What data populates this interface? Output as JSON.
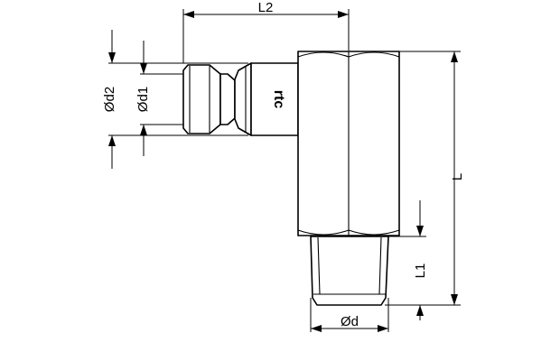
{
  "dimensions": {
    "L2": "L2",
    "d2": "Ød2",
    "d1": "Ød1",
    "L": "L",
    "L1": "L1",
    "d": "Ød"
  },
  "logo": {
    "text": "rtc"
  },
  "colors": {
    "line": "#000000",
    "background": "#ffffff"
  }
}
